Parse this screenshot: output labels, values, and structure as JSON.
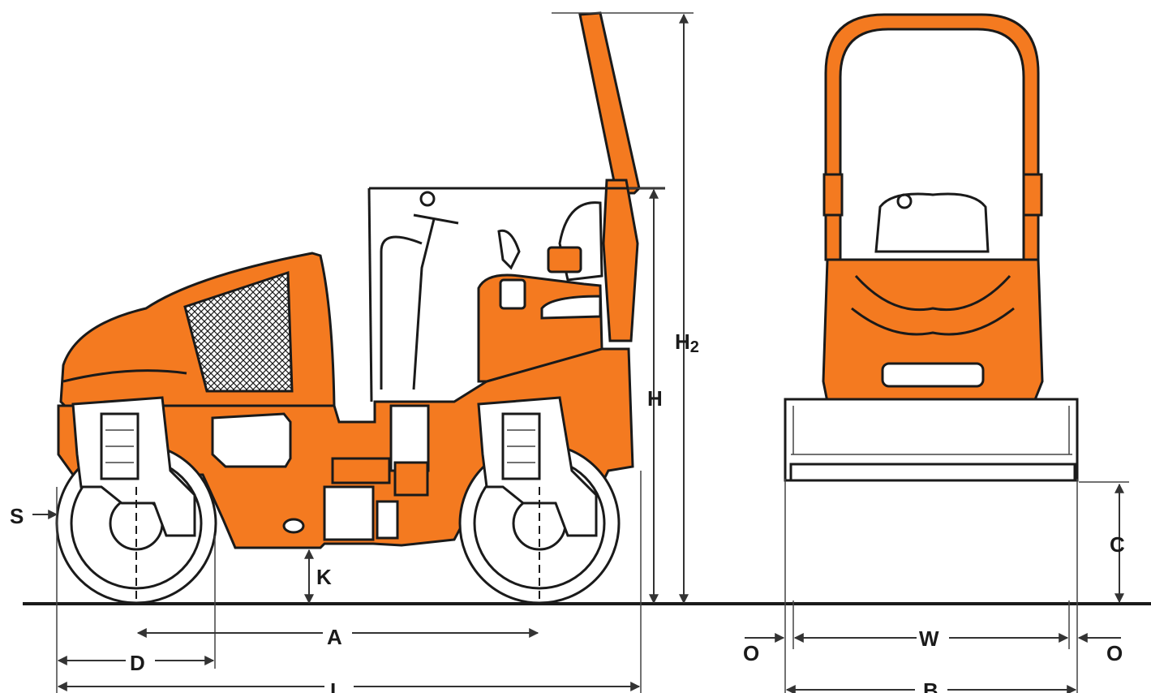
{
  "diagram": {
    "colors": {
      "machine": "#f47a20",
      "outline": "#1a1a1a",
      "dimension": "#333333",
      "background": "#ffffff"
    },
    "labels": {
      "S": "S",
      "K": "K",
      "A": "A",
      "D": "D",
      "L": "L",
      "H": "H",
      "H2_main": "H",
      "H2_sub": "2",
      "C": "C",
      "W": "W",
      "O_left": "O",
      "O_right": "O",
      "B": "B"
    }
  }
}
